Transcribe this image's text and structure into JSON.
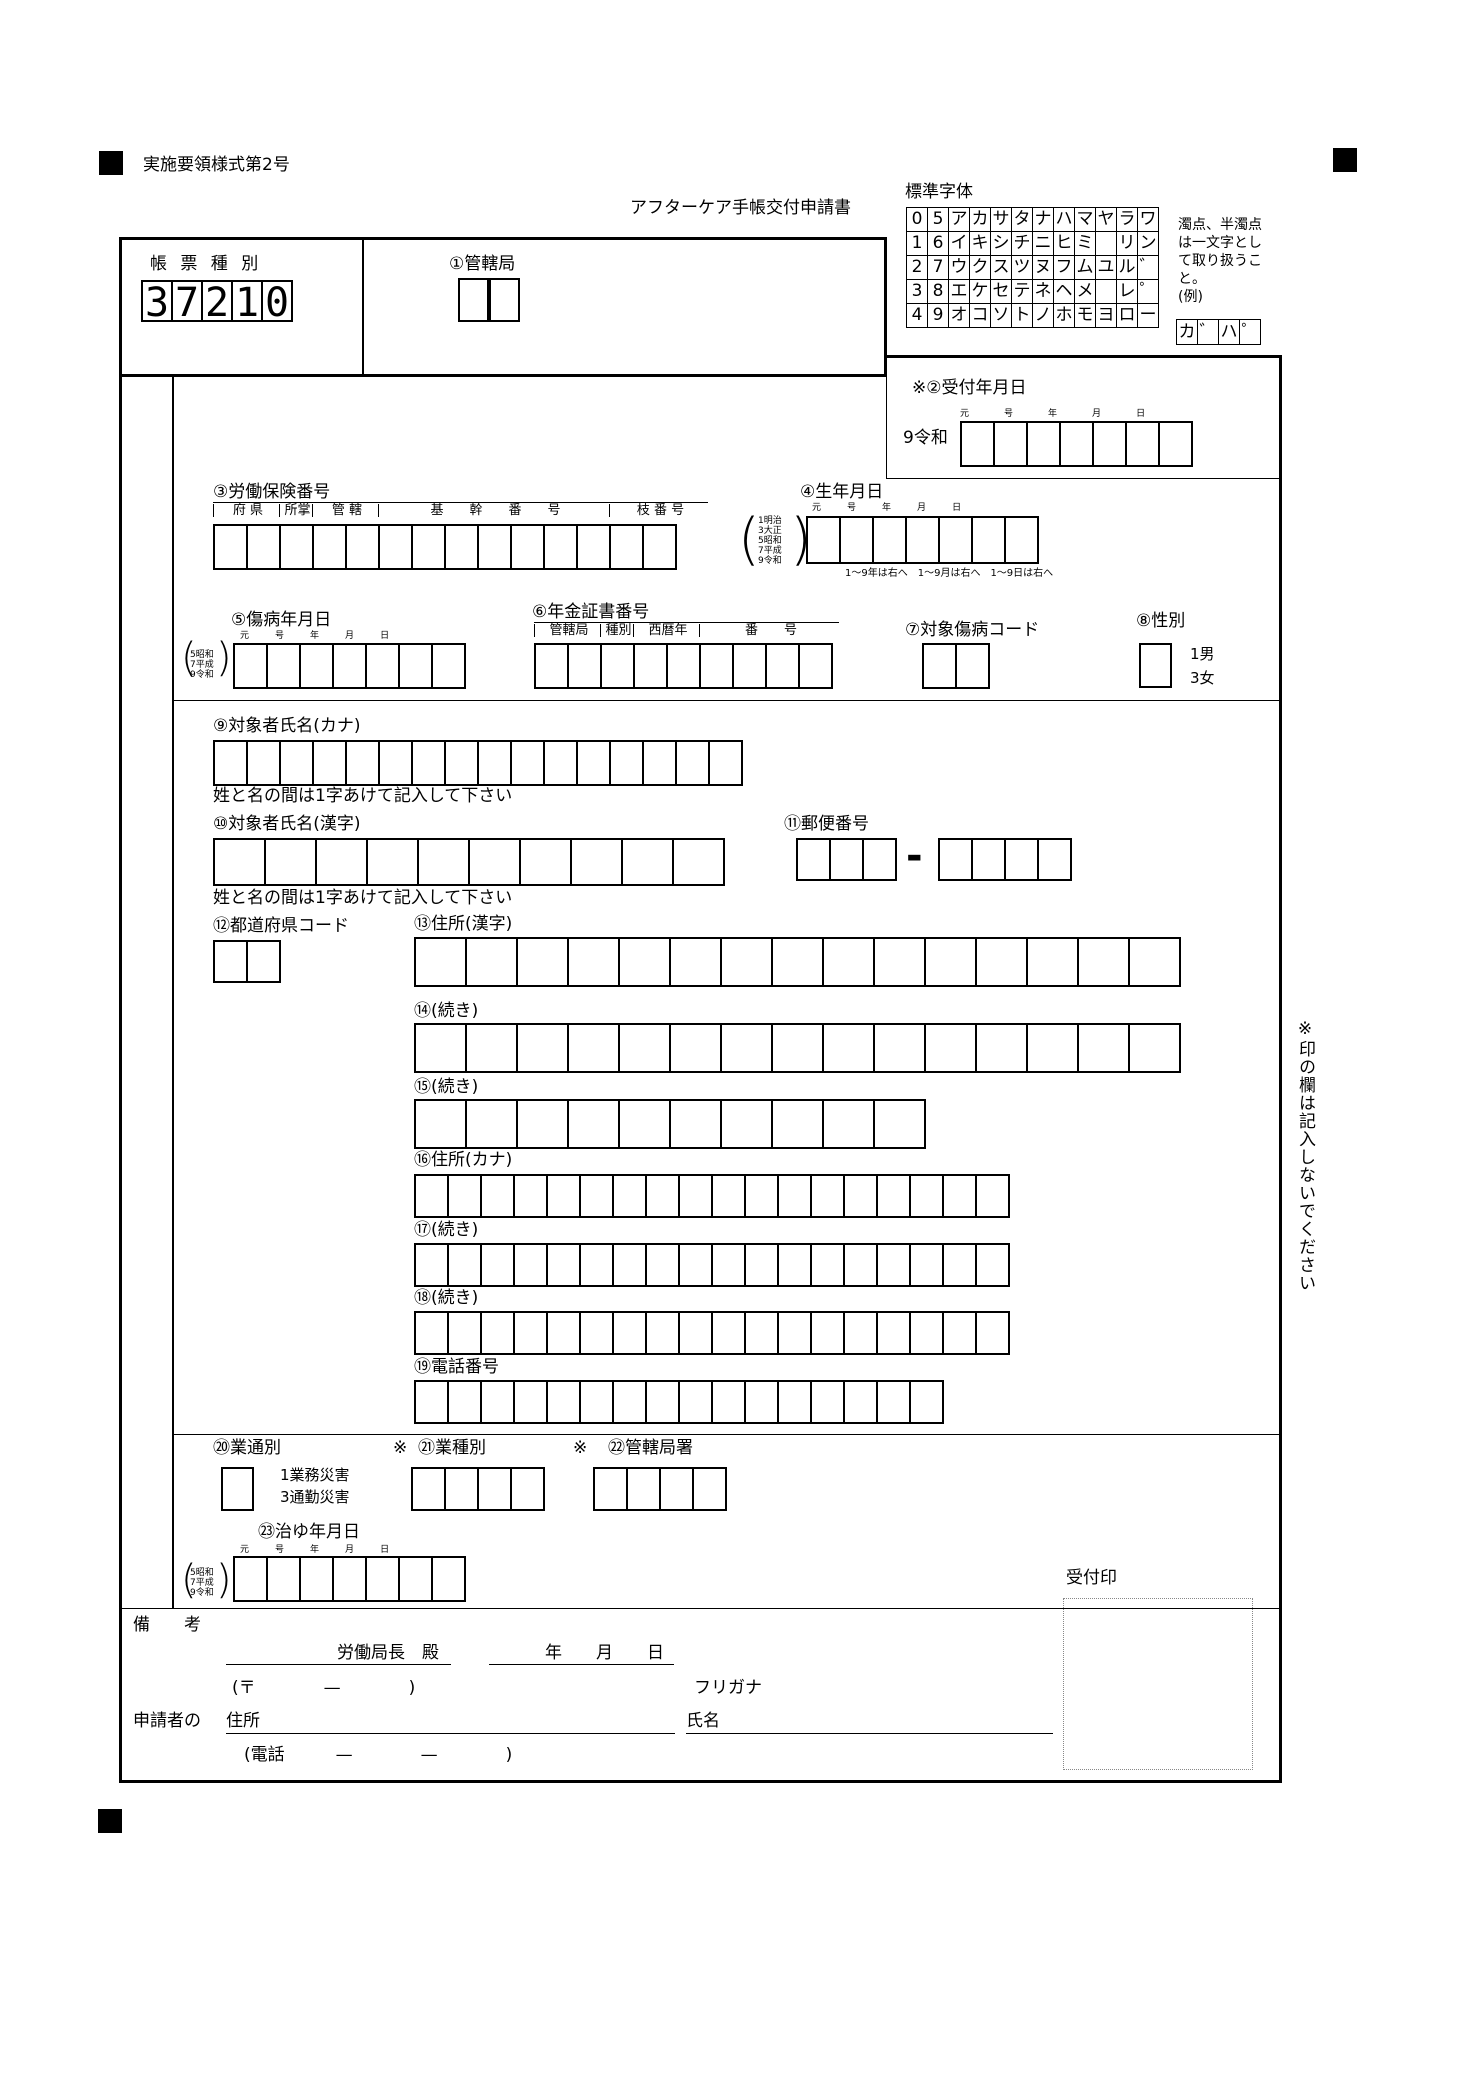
{
  "header": {
    "form_id": "実施要領様式第2号",
    "title": "アフターケア手帳交付申請書",
    "standard_font_label": "標準字体",
    "standard_font_rows": [
      [
        "0",
        "5",
        "ア",
        "カ",
        "サ",
        "タ",
        "ナ",
        "ハ",
        "マ",
        "ヤ",
        "ラ",
        "ワ"
      ],
      [
        "1",
        "6",
        "イ",
        "キ",
        "シ",
        "チ",
        "ニ",
        "ヒ",
        "ミ",
        "",
        "リ",
        "ン"
      ],
      [
        "2",
        "7",
        "ウ",
        "ク",
        "ス",
        "ツ",
        "ヌ",
        "フ",
        "ム",
        "ユ",
        "ル",
        "゛"
      ],
      [
        "3",
        "8",
        "エ",
        "ケ",
        "セ",
        "テ",
        "ネ",
        "ヘ",
        "メ",
        "",
        "レ",
        "゜"
      ],
      [
        "4",
        "9",
        "オ",
        "コ",
        "ソ",
        "ト",
        "ノ",
        "ホ",
        "モ",
        "ヨ",
        "ロ",
        "ー"
      ]
    ],
    "dakuten_note_lines": [
      "濁点、半濁点",
      "は一文字とし",
      "て取り扱うこ",
      "と。",
      "(例)"
    ],
    "example_chars": [
      "カ",
      "゛",
      "ハ",
      "゜"
    ]
  },
  "ledger": {
    "label": "帳 票 種 別",
    "digits": [
      "3",
      "7",
      "2",
      "1",
      "0"
    ]
  },
  "office": {
    "label": "①管轄局"
  },
  "reception_date": {
    "label": "※②受付年月日",
    "era": "9令和",
    "sublabels": [
      "元",
      "号",
      "年",
      "月",
      "日"
    ]
  },
  "insurance_no": {
    "label": "③労働保険番号",
    "segments": [
      "府 県",
      "所掌",
      "管 轄",
      "基　　幹　　番　　号",
      "枝 番 号"
    ]
  },
  "birth_date": {
    "label": "④生年月日",
    "eras": [
      "1明治",
      "3大正",
      "5昭和",
      "7平成",
      "9令和"
    ],
    "sublabels": [
      "元",
      "号",
      "年",
      "月",
      "日"
    ],
    "note": "1〜9年は右へ　1〜9月は右へ　1〜9日は右へ"
  },
  "injury_date": {
    "label": "⑤傷病年月日",
    "eras": [
      "5昭和",
      "7平成",
      "9令和"
    ],
    "sublabels": [
      "元",
      "号",
      "年",
      "月",
      "日"
    ]
  },
  "pension": {
    "label": "⑥年金証書番号",
    "segments": [
      "管轄局",
      "種別",
      "西暦年",
      "番　　号"
    ]
  },
  "disease_code": {
    "label": "⑦対象傷病コード"
  },
  "gender": {
    "label": "⑧性別",
    "options": [
      "1男",
      "3女"
    ]
  },
  "name_kana": {
    "label": "⑨対象者氏名(カナ)",
    "note": "姓と名の間は1字あけて記入して下さい"
  },
  "name_kanji": {
    "label": "⑩対象者氏名(漢字)",
    "note": "姓と名の間は1字あけて記入して下さい"
  },
  "postal": {
    "label": "⑪郵便番号",
    "dash": "-"
  },
  "prefecture": {
    "label": "⑫都道府県コード"
  },
  "address_kanji": {
    "label": "⑬住所(漢字)"
  },
  "cont14": {
    "label": "⑭(続き)"
  },
  "cont15": {
    "label": "⑮(続き)"
  },
  "address_kana": {
    "label": "⑯住所(カナ)"
  },
  "cont17": {
    "label": "⑰(続き)"
  },
  "cont18": {
    "label": "⑱(続き)"
  },
  "phone": {
    "label": "⑲電話番号"
  },
  "work_type": {
    "label": "⑳業通別",
    "options": [
      "1業務災害",
      "3通勤災害"
    ]
  },
  "industry": {
    "mark": "※",
    "label": "㉑業種別"
  },
  "office_bureau": {
    "mark": "※",
    "label": "㉒管轄局署"
  },
  "cure_date": {
    "label": "㉓治ゆ年月日",
    "eras": [
      "5昭和",
      "7平成",
      "9令和"
    ],
    "sublabels": [
      "元",
      "号",
      "年",
      "月",
      "日"
    ]
  },
  "stamp": {
    "label": "受付印"
  },
  "footer": {
    "remarks": "備　　考",
    "bureau": "労働局長　殿",
    "date": "年　　月　　日",
    "postal_line": "(〒　　　　—　　　　)",
    "furigana": "フリガナ",
    "applicant": "申請者の",
    "address": "住所",
    "name": "氏名",
    "phone_line": "(電話　　　—　　　　—　　　　)"
  },
  "side_note": "※印の欄は記入しないでください"
}
